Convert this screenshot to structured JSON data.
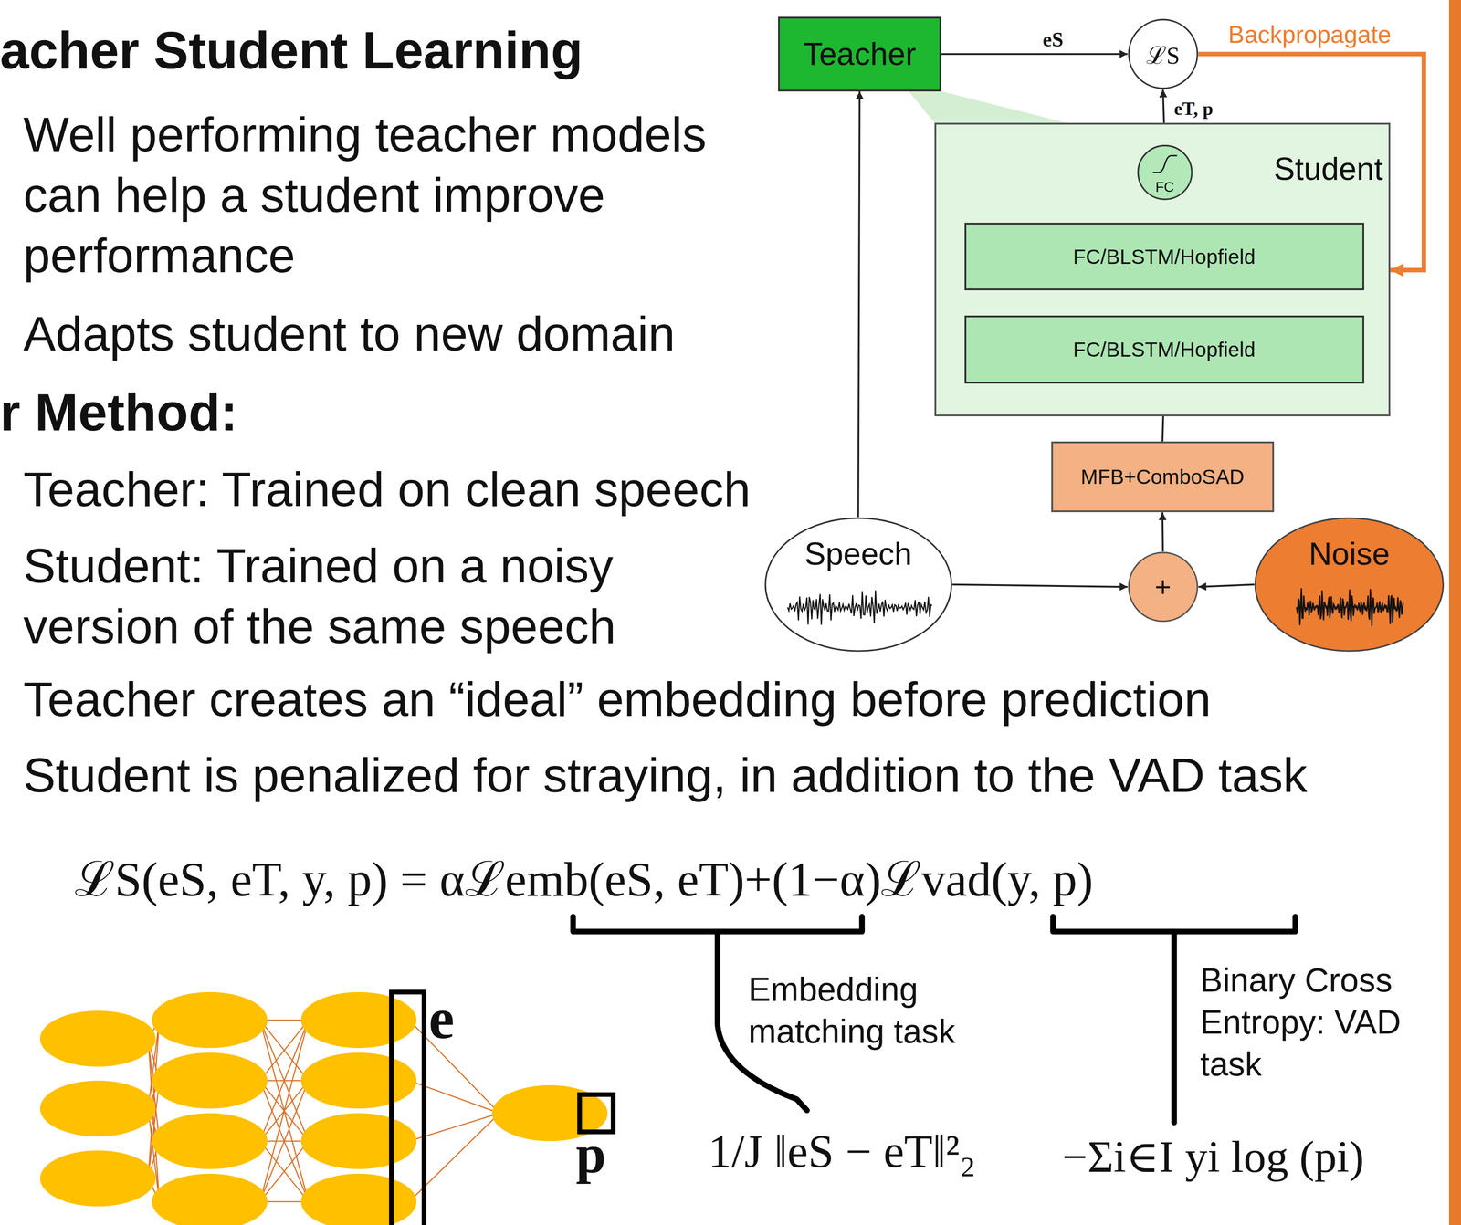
{
  "diagram": {
    "title": "acher Student Learning",
    "nodes": [
      {
        "text": [
          "Teacher"
        ]
      },
      {
        "text": [
          "ℒS"
        ]
      },
      {
        "text": [
          "Student"
        ]
      },
      {
        "text": [
          "FC"
        ],
        "in": 2
      },
      {
        "text": [
          "FC/BLSTM/Hopfield"
        ],
        "in": 2
      },
      {
        "text": [
          "FC/BLSTM/Hopfield"
        ],
        "in": 2
      },
      {
        "text": [
          "MFB+ComboSAD"
        ]
      },
      {
        "text": [
          "Speech"
        ]
      },
      {
        "text": [
          "+"
        ]
      },
      {
        "text": [
          "Noise"
        ]
      }
    ],
    "edges": [
      {
        "from": 0,
        "to": 1,
        "label": "eS",
        "arrow": "to"
      },
      {
        "from": 3,
        "to": 1,
        "label": "eT, p",
        "arrow": "to"
      },
      {
        "from": 1,
        "to": 2,
        "label": "Backpropagate",
        "arrow": "to"
      },
      {
        "from": 4,
        "to": 3,
        "arrow": "to"
      },
      {
        "from": 5,
        "to": 4,
        "arrow": "to"
      },
      {
        "from": 6,
        "to": 5,
        "arrow": "to"
      },
      {
        "from": 8,
        "to": 6,
        "arrow": "to"
      },
      {
        "from": 7,
        "to": 8,
        "arrow": "to"
      },
      {
        "from": 9,
        "to": 8,
        "arrow": "to"
      },
      {
        "from": 7,
        "to": 0,
        "arrow": "to"
      }
    ],
    "labels": [
      "Well performing teacher models can help a student improve performance",
      "Adapts student to new domain",
      "r Method:",
      "Teacher: Trained on clean speech",
      "Student: Trained on a noisy version of the same speech",
      "Teacher creates an “ideal” embedding before prediction",
      "Student is penalized for straying, in addition to the VAD task",
      "ℒS(eS, eT, y, p) = αℒemb(eS, eT)+(1−α)ℒvad(y, p)",
      "Embedding matching task",
      "Binary Cross Entropy: VAD task",
      "1/J ‖eS − eT‖²₂",
      "−Σi∈I yi log (pi)",
      "e",
      "p"
    ]
  }
}
